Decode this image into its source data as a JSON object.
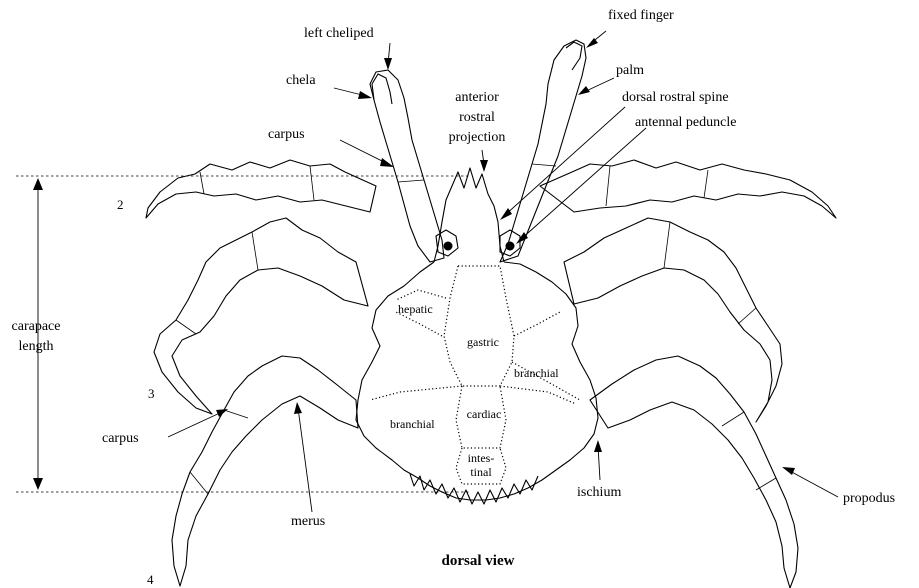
{
  "labels": {
    "fixed_finger": "fixed finger",
    "left_cheliped": "left cheliped",
    "palm": "palm",
    "chela": "chela",
    "anterior": "anterior",
    "rostral": "rostral",
    "projection": "projection",
    "dorsal_rostral_spine": "dorsal rostral spine",
    "carpus_upper": "carpus",
    "antennal_peduncle": "antennal peduncle",
    "carapace": "carapace",
    "length": "length",
    "carpus_lower": "carpus",
    "merus": "merus",
    "ischium": "ischium",
    "propodus": "propodus"
  },
  "regions": {
    "hepatic": "hepatic",
    "gastric": "gastric",
    "branchial_right": "branchial",
    "branchial_left": "branchial",
    "cardiac": "cardiac",
    "intestinal_1": "intes-",
    "intestinal_2": "tinal"
  },
  "leg_numbers": {
    "two": "2",
    "three": "3",
    "four": "4"
  },
  "caption": "dorsal view"
}
